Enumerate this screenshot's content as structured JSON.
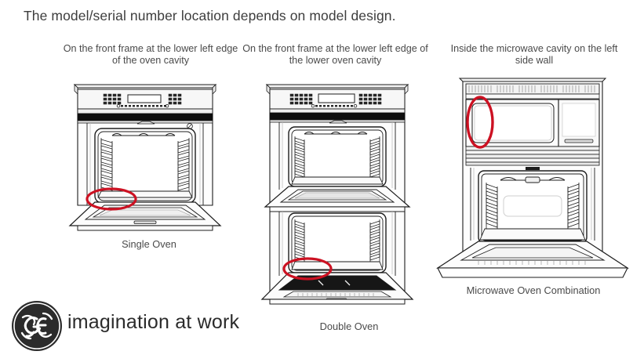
{
  "title": "The model/serial number location depends on model design.",
  "captions": [
    {
      "id": "single",
      "text": "On the front frame at the lower left edge of the oven cavity"
    },
    {
      "id": "double",
      "text": "On the front frame at the lower left edge of the lower oven cavity"
    },
    {
      "id": "combo",
      "text": "Inside the microwave cavity on the left side wall"
    }
  ],
  "unit_labels": [
    {
      "id": "single",
      "text": "Single Oven"
    },
    {
      "id": "double",
      "text": "Double Oven"
    },
    {
      "id": "combo",
      "text": "Microwave Oven Combination"
    }
  ],
  "brand": {
    "monogram": "GE",
    "tagline": "imagination at work"
  },
  "annotations": [
    {
      "id": "single-oven-highlight",
      "shape": "ellipse",
      "orientation": "horizontal",
      "color": "#cc1122"
    },
    {
      "id": "double-oven-highlight",
      "shape": "ellipse",
      "orientation": "horizontal",
      "color": "#cc1122"
    },
    {
      "id": "microwave-cavity-highlight",
      "shape": "ellipse",
      "orientation": "vertical",
      "color": "#cc1122"
    }
  ],
  "colors": {
    "background": "#ffffff",
    "title_text": "#3d3d3d",
    "caption_text": "#4a4a4a",
    "line_art": "#1c1c1c",
    "panel_dark": "#111111",
    "panel_fill": "#f2f2f2",
    "annotation_red": "#cc1122"
  }
}
